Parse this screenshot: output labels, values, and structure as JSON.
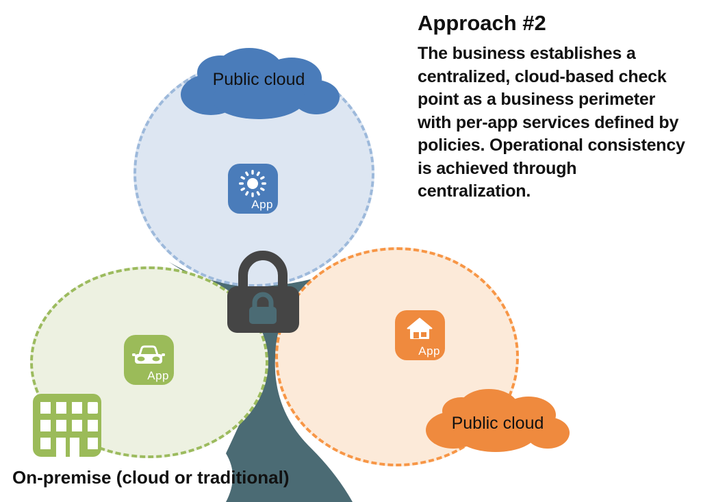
{
  "annotation": {
    "heading": "Approach #2",
    "body_lines": [
      "The business establishes a",
      "centralized, cloud-based check",
      "point as a business perimeter",
      "with per-app services defined by",
      "policies. Operational consistency",
      "is achieved through",
      "centralization."
    ]
  },
  "zones": {
    "public_cloud_top": {
      "label": "Public cloud"
    },
    "public_cloud_bottom": {
      "label": "Public cloud"
    },
    "on_premise": {
      "label": "On-premise (cloud or traditional)"
    }
  },
  "apps": {
    "sun": {
      "label": "App",
      "icon": "sun-spinner-icon"
    },
    "car": {
      "label": "App",
      "icon": "car-icon"
    },
    "home": {
      "label": "App",
      "icon": "home-icon"
    }
  },
  "icons": {
    "lock": "padlock-icon",
    "building": "office-building-icon"
  },
  "colors": {
    "blue_accent": "#4a7cba",
    "blue_fill": "#dde6f2",
    "blue_dash": "#9db9db",
    "green_accent": "#9bbb59",
    "green_fill": "#edf1e1",
    "green_dash": "#9cbb5e",
    "orange_accent": "#ef8a3e",
    "orange_fill": "#fcead9",
    "orange_dash": "#f79646",
    "teal_junction": "#4b6b74",
    "lock_gray": "#454545",
    "text_color": "#111111",
    "background": "#ffffff"
  }
}
